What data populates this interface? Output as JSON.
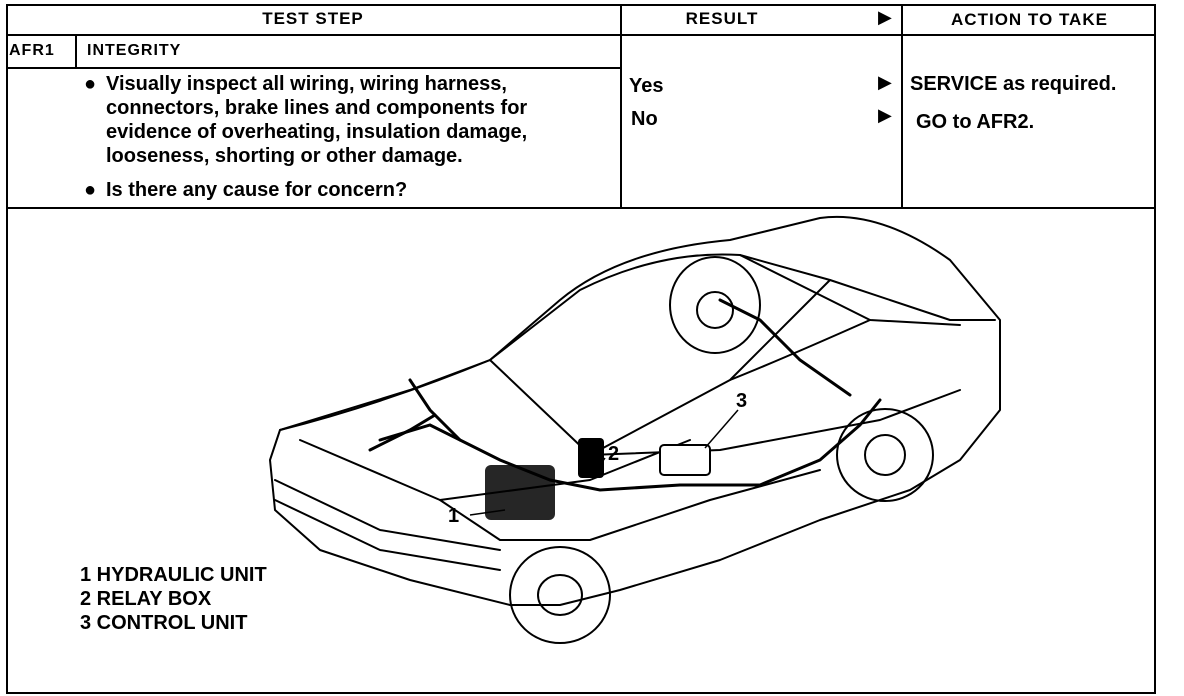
{
  "table": {
    "headers": {
      "test_step": "TEST STEP",
      "result": "RESULT",
      "action": "ACTION TO TAKE"
    },
    "row": {
      "id": "AFR1",
      "title": "INTEGRITY",
      "bullets": [
        "Visually inspect all wiring, wiring harness, connectors, brake lines and components for evidence of overheating, insulation damage, looseness, shorting or other damage.",
        "Is there any cause for concern?"
      ],
      "results": [
        {
          "label": "Yes",
          "action": "SERVICE as required."
        },
        {
          "label": "No",
          "action": "GO to AFR2."
        }
      ]
    }
  },
  "figure": {
    "callouts": [
      "1",
      "2",
      "3"
    ],
    "legend": [
      "1 HYDRAULIC UNIT",
      "2 RELAY BOX",
      "3 CONTROL UNIT"
    ]
  },
  "icons": {
    "arrow": "right-triangle-arrow-icon"
  }
}
